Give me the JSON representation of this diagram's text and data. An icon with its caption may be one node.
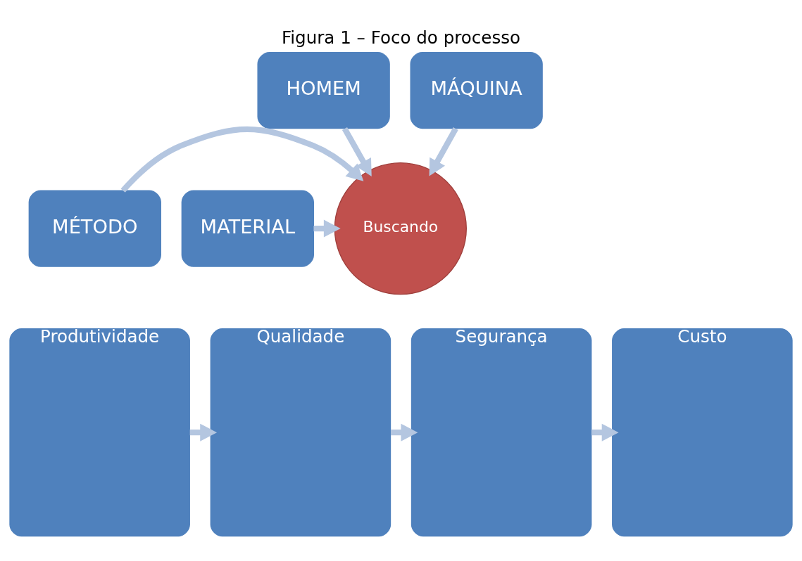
{
  "diagram": {
    "title": "Figura 1 – Foco do processo",
    "nodes": [
      {
        "text": [
          "HOMEM"
        ]
      },
      {
        "text": [
          "MÁQUINA"
        ]
      },
      {
        "text": [
          "MÉTODO"
        ]
      },
      {
        "text": [
          "Buscando"
        ]
      },
      {
        "text": [
          "MATERIAL"
        ]
      },
      {
        "text": [
          "Produtividade"
        ]
      },
      {
        "text": [
          "Qualidade"
        ]
      },
      {
        "text": [
          "Segurança"
        ]
      },
      {
        "text": [
          "Custo"
        ]
      }
    ],
    "edges": [
      {
        "from": 0,
        "to": 3,
        "arrow": "to"
      },
      {
        "from": 1,
        "to": 3,
        "arrow": "to"
      },
      {
        "from": 2,
        "to": 3,
        "arrow": "to"
      },
      {
        "from": 4,
        "to": 3,
        "arrow": "to"
      },
      {
        "from": 5,
        "to": 6,
        "arrow": "to"
      },
      {
        "from": 6,
        "to": 7,
        "arrow": "to"
      },
      {
        "from": 7,
        "to": 8,
        "arrow": "to"
      }
    ]
  }
}
